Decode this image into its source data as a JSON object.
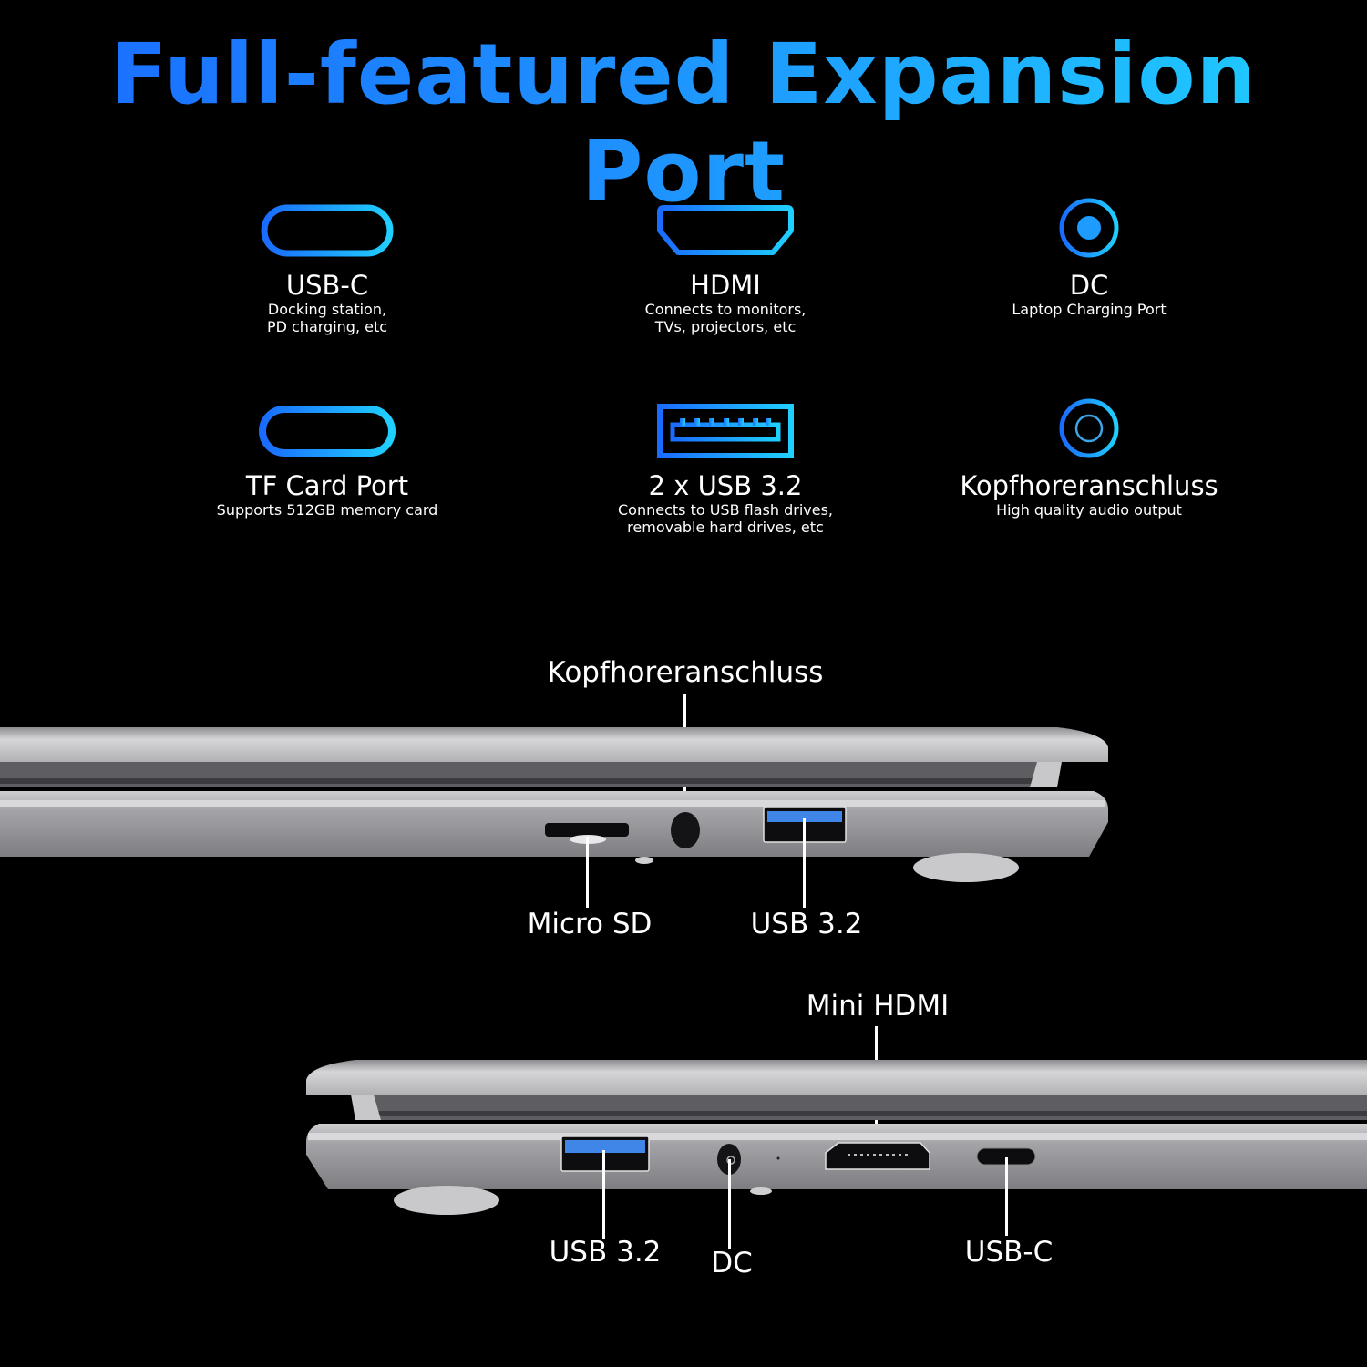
{
  "title": "Full-featured Expansion Port",
  "colors": {
    "accent_start": "#1a6bff",
    "accent_end": "#1fd0ff",
    "background": "#000000",
    "text": "#ffffff"
  },
  "features": [
    {
      "icon": "usb-c-port-icon",
      "name": "USB-C",
      "desc_lines": [
        "Docking station,",
        "PD charging, etc"
      ]
    },
    {
      "icon": "hdmi-port-icon",
      "name": "HDMI",
      "desc_lines": [
        "Connects to monitors,",
        "TVs, projectors, etc"
      ]
    },
    {
      "icon": "dc-port-icon",
      "name": "DC",
      "desc_lines": [
        "Laptop Charging Port"
      ]
    },
    {
      "icon": "tf-card-port-icon",
      "name": "TF Card Port",
      "desc_lines": [
        "Supports 512GB memory card"
      ]
    },
    {
      "icon": "usb-a-port-icon",
      "name": "2 x USB 3.2",
      "desc_lines": [
        "Connects to USB flash drives,",
        "removable hard drives, etc"
      ]
    },
    {
      "icon": "headphone-jack-icon",
      "name": "Kopfhoreranschluss",
      "desc_lines": [
        "High quality audio output"
      ]
    }
  ],
  "laptop_right_side": {
    "callouts": [
      {
        "label": "Kopfhoreranschluss",
        "port": "headphone-jack"
      },
      {
        "label": "Micro SD",
        "port": "micro-sd-slot"
      },
      {
        "label": "USB 3.2",
        "port": "usb-a"
      }
    ]
  },
  "laptop_left_side": {
    "callouts": [
      {
        "label": "Mini HDMI",
        "port": "mini-hdmi"
      },
      {
        "label": "USB 3.2",
        "port": "usb-a"
      },
      {
        "label": "DC",
        "port": "dc-in"
      },
      {
        "label": "USB-C",
        "port": "usb-c"
      }
    ]
  }
}
